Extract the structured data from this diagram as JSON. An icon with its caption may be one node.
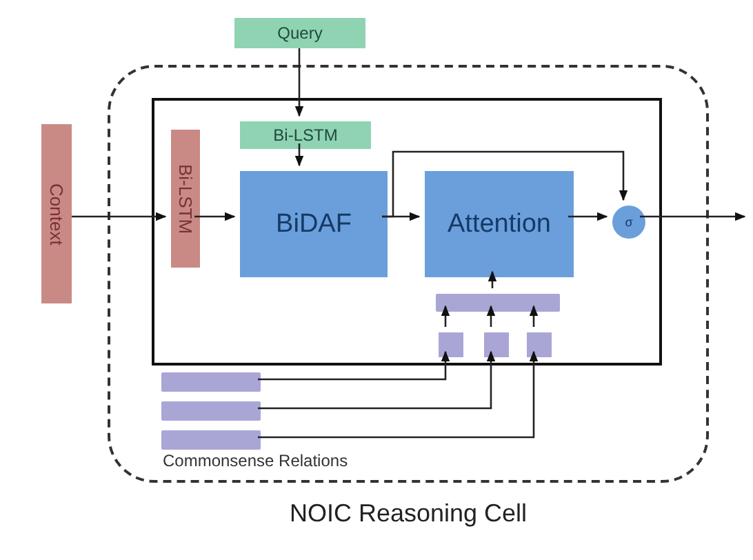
{
  "diagram": {
    "nodes": [
      {
        "text": [
          "NOIC Reasoning Cell"
        ]
      },
      {
        "text": [],
        "shape": "box",
        "in": 0
      },
      {
        "text": [
          "Context"
        ]
      },
      {
        "text": [
          "Query"
        ]
      },
      {
        "text": [
          "Bi-LSTM"
        ],
        "in": 1
      },
      {
        "text": [
          "Bi-LSTM"
        ],
        "in": 1
      },
      {
        "text": [
          "BiDAF"
        ],
        "in": 1
      },
      {
        "text": [
          "Attention"
        ],
        "in": 1
      },
      {
        "text": [
          "σ"
        ],
        "in": 1
      },
      {
        "text": [],
        "shape": "bar",
        "in": 1
      },
      {
        "text": [],
        "shape": "box",
        "in": 1
      },
      {
        "text": [],
        "shape": "box",
        "in": 1
      },
      {
        "text": [],
        "shape": "box",
        "in": 1
      },
      {
        "text": [],
        "shape": "bar",
        "in": 0
      },
      {
        "text": [],
        "shape": "bar",
        "in": 0
      },
      {
        "text": [],
        "shape": "bar",
        "in": 0
      }
    ],
    "edges": [
      {
        "from": 2,
        "to": 4,
        "arrow": "to"
      },
      {
        "from": 4,
        "to": 6,
        "arrow": "to"
      },
      {
        "from": 3,
        "to": 5,
        "arrow": "to"
      },
      {
        "from": 5,
        "to": 6,
        "arrow": "to"
      },
      {
        "from": 6,
        "to": 7,
        "arrow": "to"
      },
      {
        "from": 6,
        "to": 8,
        "arrow": "to"
      },
      {
        "from": 7,
        "to": 8,
        "arrow": "to"
      },
      {
        "from": 8,
        "to": null,
        "arrow": "to"
      },
      {
        "from": 9,
        "to": 7,
        "arrow": "to"
      },
      {
        "from": 10,
        "to": 9,
        "arrow": "to"
      },
      {
        "from": 11,
        "to": 9,
        "arrow": "to"
      },
      {
        "from": 12,
        "to": 9,
        "arrow": "to"
      },
      {
        "from": 13,
        "to": 10,
        "arrow": "to"
      },
      {
        "from": 14,
        "to": 11,
        "arrow": "to"
      },
      {
        "from": 15,
        "to": 12,
        "arrow": "to"
      }
    ],
    "labels": [
      "Commonsense Relations"
    ]
  }
}
